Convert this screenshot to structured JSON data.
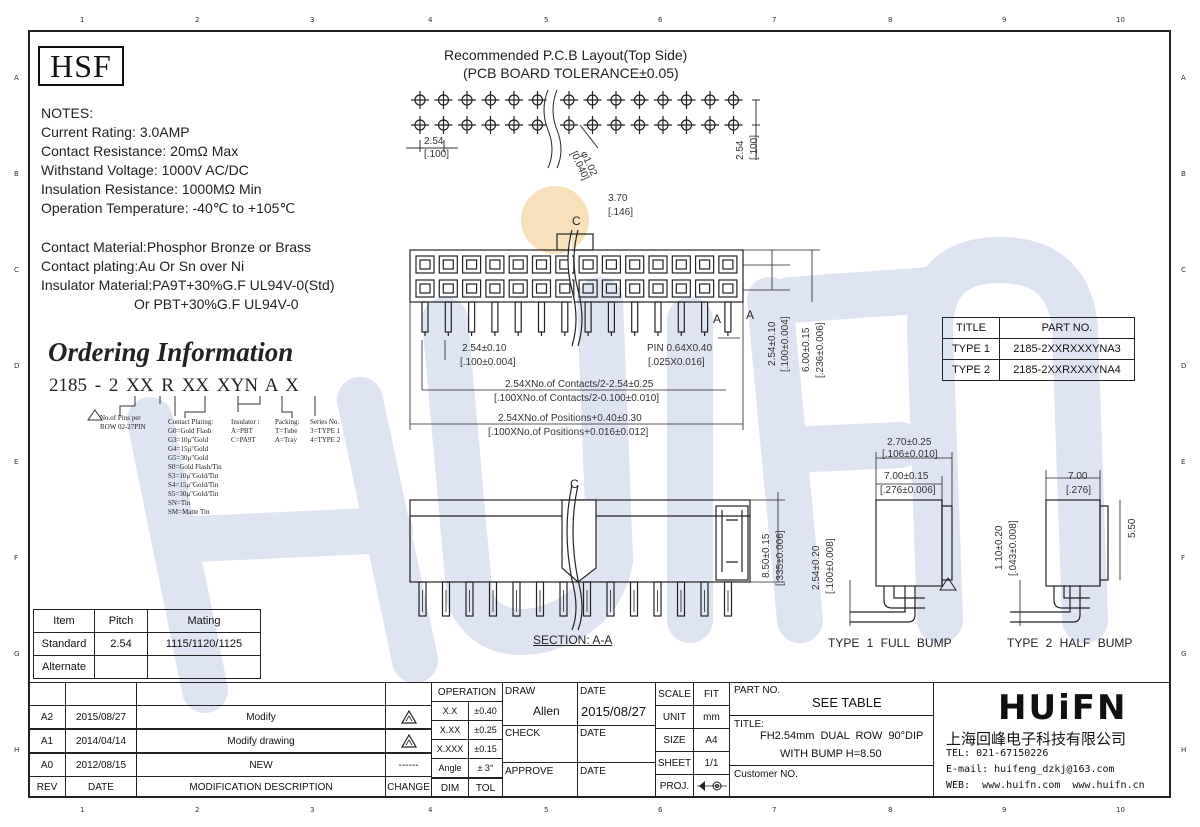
{
  "zones": {
    "cols": [
      "1",
      "2",
      "3",
      "4",
      "5",
      "6",
      "7",
      "8",
      "9",
      "10"
    ],
    "rows": [
      "A",
      "B",
      "C",
      "D",
      "E",
      "F",
      "G",
      "H"
    ]
  },
  "logo": "HSF",
  "notes": {
    "heading": "NOTES:",
    "lines": [
      "Current Rating: 3.0AMP",
      "Contact Resistance: 20mΩ Max",
      "Withstand Voltage: 1000V AC/DC",
      "Insulation Resistance: 1000MΩ Min",
      "Operation Temperature: -40℃ to +105℃"
    ],
    "materials": [
      "Contact Material:Phosphor Bronze or Brass",
      "Contact plating:Au Or Sn over Ni",
      "Insulator Material:PA9T+30%G.F UL94V-0(Std)",
      "Or PBT+30%G.F UL94V-0"
    ]
  },
  "ordering": {
    "title": "Ordering Information",
    "code": "2185 - 2 XX R XX XYN A X",
    "pins": [
      "No.of Pins per",
      "ROW 02-27PIN"
    ],
    "plating": [
      "Contact Plating:",
      "G0=Gold Flash",
      "G3=10μ\"Gold",
      "G4=15μ\"Gold",
      "G5=30μ\"Gold",
      "S0=Gold Flash/Tin",
      "S3=10μ\"Gold/Tin",
      "S4=15μ\"Gold/Tin",
      "S5=30μ\"Gold/Tin",
      "SN=Tin",
      "SM=Matte Tin"
    ],
    "insulator": [
      "Insulator :",
      "A=PBT",
      "C=PA9T"
    ],
    "packing": [
      "Packing:",
      "T=Tube",
      "A=Tray"
    ],
    "series": [
      "Series No.",
      "3=TYPE 1",
      "4=TYPE 2"
    ]
  },
  "pitch_table": {
    "headers": [
      "Item",
      "Pitch",
      "Mating"
    ],
    "rows": [
      [
        "Standard",
        "2.54",
        "1115/1120/1125"
      ],
      [
        "Alternate",
        "",
        ""
      ]
    ]
  },
  "pcb": {
    "title": "Recommended P.C.B Layout(Top Side)",
    "tolerance": "(PCB BOARD TOLERANCE±0.05)",
    "pitch": "2.54",
    "pitch_in": "[.100]",
    "hole": "φ1.02",
    "hole_in": "[0.040]",
    "side": "2.54",
    "side_in": "[.100]"
  },
  "front": {
    "d1": "3.70",
    "d1_in": "[.146]",
    "pitch": "2.54±0.10",
    "pitch_in": "[.100±0.004]",
    "pin": "PIN 0.64X0.40",
    "pin_in": "[.025X0.016]",
    "contacts": "2.54XNo.of Contacts/2-2.54±0.25",
    "contacts_in": "[.100XNo.of Contacts/2-0.100±0.010]",
    "positions": "2.54XNo.of Positions+0.40±0.30",
    "positions_in": "[.100XNo.of Positions+0.016±0.012]",
    "row": "2.54±0.10",
    "row_in": "[.100±0.004]",
    "height": "6.00±0.15",
    "height_in": "[.236±0.006]",
    "section_mark": "A",
    "center_mark": "C"
  },
  "section": {
    "label": "SECTION: A-A",
    "height": "8.50±0.15",
    "height_in": "[.335±0.006]",
    "center_mark": "C"
  },
  "type_table": {
    "headers": [
      "TITLE",
      "PART NO."
    ],
    "rows": [
      [
        "TYPE 1",
        "2185-2XXRXXXYNA3"
      ],
      [
        "TYPE 2",
        "2185-2XXRXXXYNA4"
      ]
    ]
  },
  "type1": {
    "label": "TYPE 1 FULL BUMP",
    "w1": "2.70±0.25",
    "w1_in": "[.106±0.010]",
    "w2": "7.00±0.15",
    "w2_in": "[.276±0.006]",
    "h": "2.54±0.20",
    "h_in": "[.100±0.008]"
  },
  "type2": {
    "label": "TYPE 2 HALF BUMP",
    "w": "7.00",
    "w_in": "[.276]",
    "h": "1.10±0.20",
    "h_in": "[.043±0.008]",
    "side": "5.50"
  },
  "title_block": {
    "rev_rows": [
      {
        "rev": "A2",
        "date": "2015/08/27",
        "desc": "Modify",
        "change": "triangle"
      },
      {
        "rev": "A1",
        "date": "2014/04/14",
        "desc": "Modify drawing",
        "change": "triangle"
      },
      {
        "rev": "A0",
        "date": "2012/08/15",
        "desc": "NEW",
        "change": "------"
      }
    ],
    "rev_headers": [
      "REV",
      "DATE",
      "MODIFICATION DESCRIPTION",
      "CHANGE"
    ],
    "operation": "OPERATION",
    "tolerances": [
      [
        "X.X",
        "±0.40"
      ],
      [
        "X.XX",
        "±0.25"
      ],
      [
        "X.XXX",
        "±0.15"
      ],
      [
        "Angle",
        "± 3°"
      ]
    ],
    "dim": "DIM",
    "tol": "TOL",
    "draw": "DRAW",
    "drawer": "Allen",
    "check": "CHECK",
    "approve": "APPROVE",
    "date_label": "DATE",
    "date_value": "2015/08/27",
    "scale": "SCALE",
    "fit": "FIT",
    "unit": "UNIT",
    "unit_value": "mm",
    "size": "SIZE",
    "size_value": "A4",
    "sheet": "SHEET",
    "sheet_value": "1/1",
    "proj": "PROJ.",
    "part_no_label": "PART NO.",
    "part_no": "SEE TABLE",
    "title_label": "TITLE:",
    "title_line1": "FH2.54mm DUAL ROW 90°DIP",
    "title_line2": "WITH BUMP H=8.50",
    "customer_label": "Customer NO.",
    "brand": "HUiFN",
    "company": "上海回峰电子科技有限公司",
    "tel": "TEL: 021-67150226",
    "email": "E-mail: huifeng_dzkj@163.com",
    "web": "WEB: www.huifn.com www.huifn.cn"
  },
  "colors": {
    "line": "#222222",
    "watermark": "#c9d3ea",
    "accent": "#f3c98b"
  }
}
